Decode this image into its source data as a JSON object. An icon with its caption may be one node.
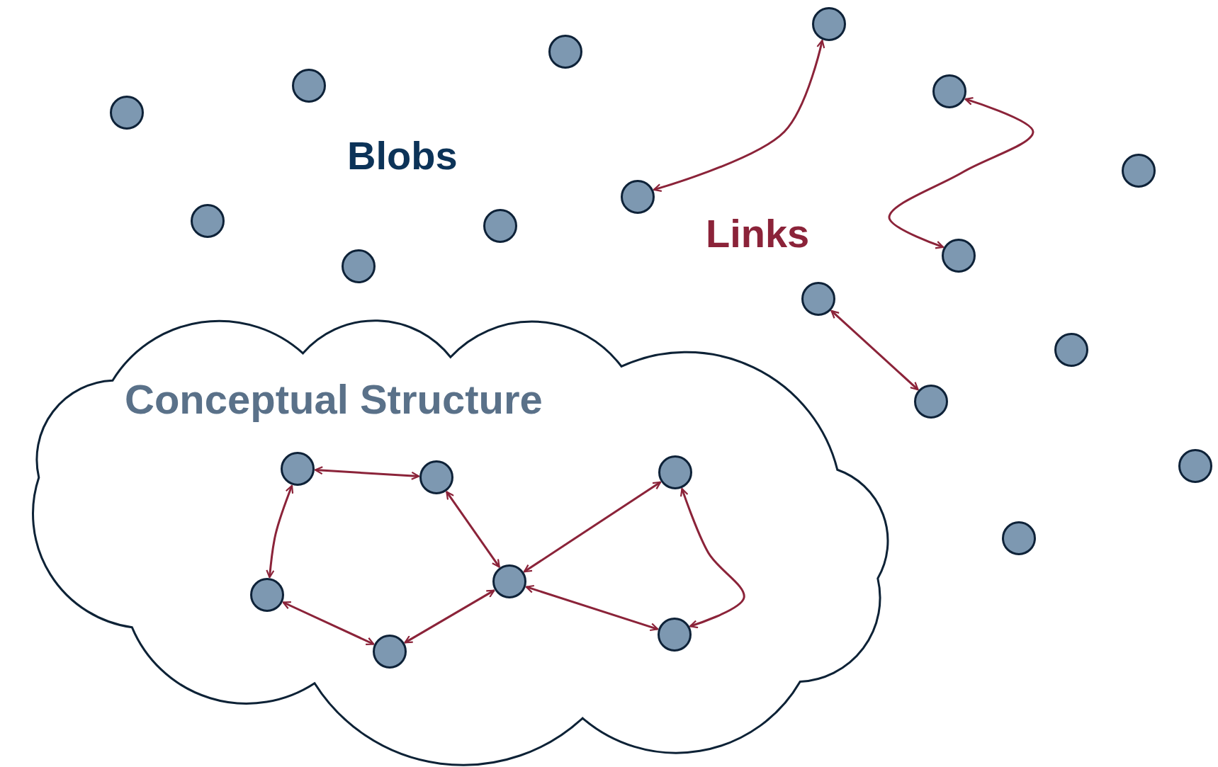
{
  "diagram": {
    "nodes": [
      {
        "text": [
          "Conceptual Structure"
        ]
      },
      {
        "text": [],
        "shape": "circle"
      },
      {
        "text": [],
        "shape": "circle"
      },
      {
        "text": [],
        "shape": "circle"
      },
      {
        "text": [],
        "shape": "circle"
      },
      {
        "text": [],
        "shape": "circle"
      },
      {
        "text": [],
        "shape": "circle"
      },
      {
        "text": [],
        "shape": "circle"
      },
      {
        "text": [],
        "shape": "circle"
      },
      {
        "text": [],
        "shape": "circle"
      },
      {
        "text": [],
        "shape": "circle"
      },
      {
        "text": [],
        "shape": "circle"
      },
      {
        "text": [],
        "shape": "circle"
      },
      {
        "text": [],
        "shape": "circle"
      },
      {
        "text": [],
        "shape": "circle"
      },
      {
        "text": [],
        "shape": "circle"
      },
      {
        "text": [],
        "shape": "circle"
      },
      {
        "text": [],
        "shape": "circle",
        "in": 0
      },
      {
        "text": [],
        "shape": "circle",
        "in": 0
      },
      {
        "text": [],
        "shape": "circle",
        "in": 0
      },
      {
        "text": [],
        "shape": "circle",
        "in": 0
      },
      {
        "text": [],
        "shape": "circle",
        "in": 0
      },
      {
        "text": [],
        "shape": "circle",
        "in": 0
      },
      {
        "text": [],
        "shape": "circle",
        "in": 0
      }
    ],
    "edges": [
      {
        "from": 10,
        "to": 4,
        "arrow": "both"
      },
      {
        "from": 5,
        "to": 11,
        "arrow": "both"
      },
      {
        "from": 12,
        "to": 14,
        "arrow": "both"
      },
      {
        "from": 17,
        "to": 18,
        "arrow": "both"
      },
      {
        "from": 17,
        "to": 20,
        "arrow": "both"
      },
      {
        "from": 18,
        "to": 21,
        "arrow": "both"
      },
      {
        "from": 19,
        "to": 21,
        "arrow": "both"
      },
      {
        "from": 19,
        "to": 23,
        "arrow": "both"
      },
      {
        "from": 20,
        "to": 22,
        "arrow": "both"
      },
      {
        "from": 22,
        "to": 21,
        "arrow": "both"
      },
      {
        "from": 21,
        "to": 23,
        "arrow": "both"
      }
    ],
    "labels": [
      "Blobs",
      "Links"
    ]
  }
}
